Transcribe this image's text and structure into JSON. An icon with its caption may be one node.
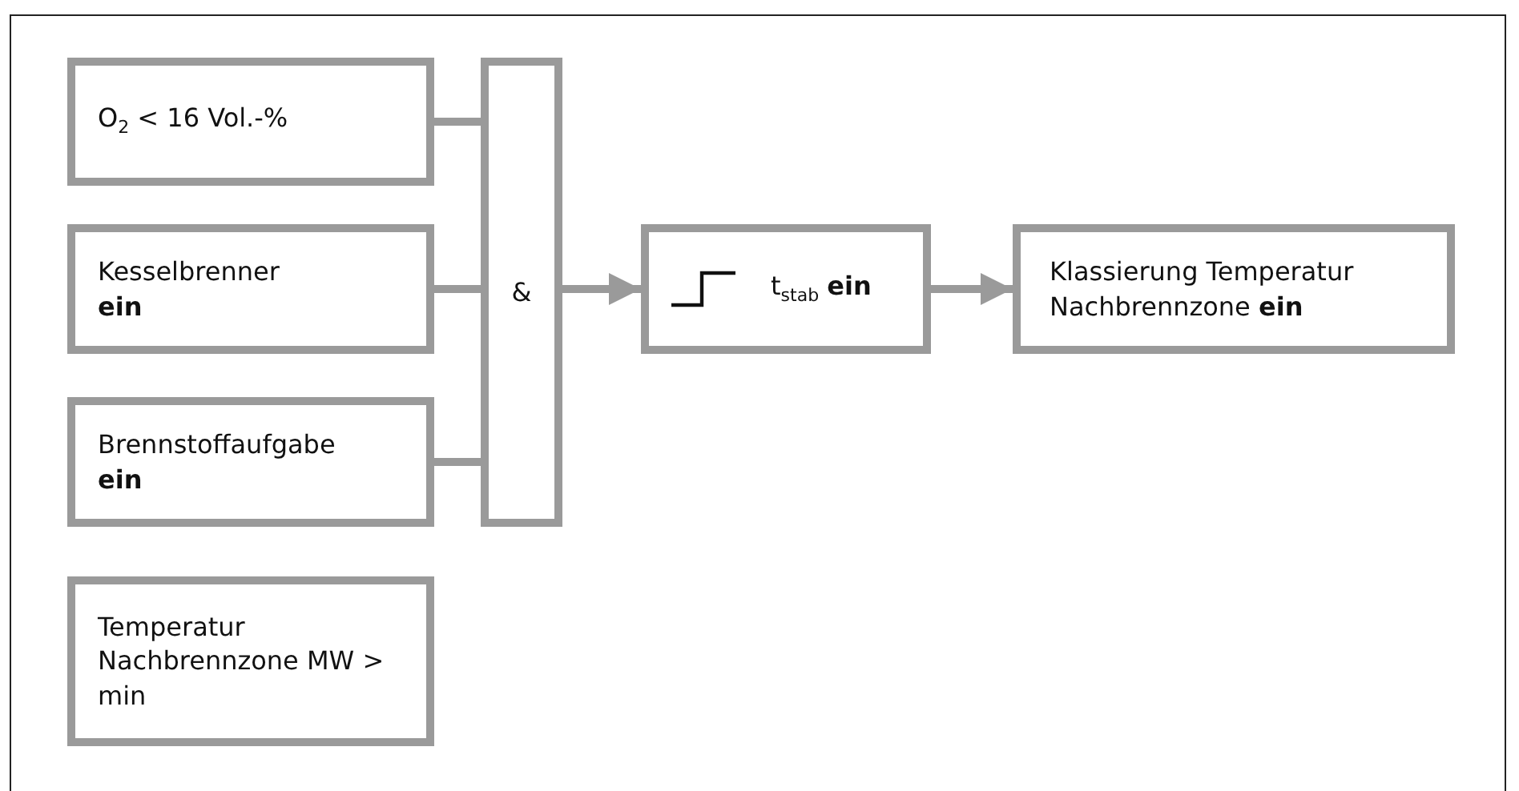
{
  "diagram": {
    "nodes": [
      {
        "text": [
          "O$_{2}$ < 16 Vol.-%"
        ]
      },
      {
        "text": [
          "Kesselbrenner **ein**"
        ]
      },
      {
        "text": [
          "Brennstoffaufgabe **ein**"
        ]
      },
      {
        "text": [
          "Temperatur Nachbrennzone MW > min"
        ]
      },
      {
        "text": [
          "&"
        ]
      },
      {
        "text": [
          "t$_{stab}$ **ein**"
        ]
      },
      {
        "text": [
          "Klassierung Temperatur Nachbrennzone **ein**"
        ]
      }
    ],
    "edges": [
      {
        "from": 0,
        "to": 4,
        "arrow": "none"
      },
      {
        "from": 1,
        "to": 4,
        "arrow": "none"
      },
      {
        "from": 2,
        "to": 4,
        "arrow": "none"
      },
      {
        "from": 4,
        "to": 5,
        "arrow": "to"
      },
      {
        "from": 5,
        "to": 6,
        "arrow": "to"
      }
    ]
  }
}
